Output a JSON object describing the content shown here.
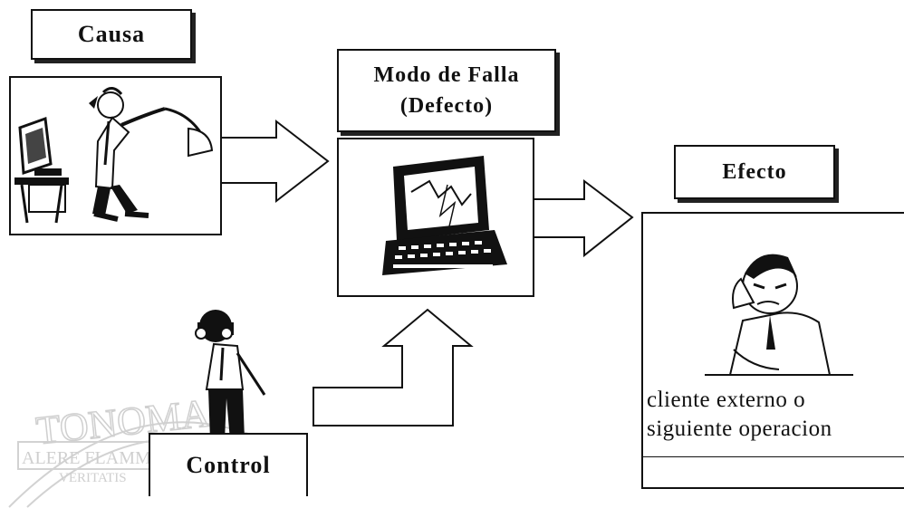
{
  "labels": {
    "causa": "Causa",
    "modo_de_falla_line1": "Modo de Falla",
    "modo_de_falla_line2": "(Defecto)",
    "efecto": "Efecto",
    "control": "Control"
  },
  "effect_caption": {
    "line1": "cliente externo o",
    "line2": "siguiente operacion"
  },
  "watermark": {
    "arc_text": "TONOMA",
    "motto_line1": "ALERE FLAMMAM",
    "motto_line2": "VERITATIS"
  },
  "icons": {
    "cause_image": "angry-man-smashing-computer-icon",
    "failure_image": "broken-laptop-icon",
    "effect_image": "frustrated-customer-icon",
    "control_image": "inspector-with-binoculars-icon"
  }
}
